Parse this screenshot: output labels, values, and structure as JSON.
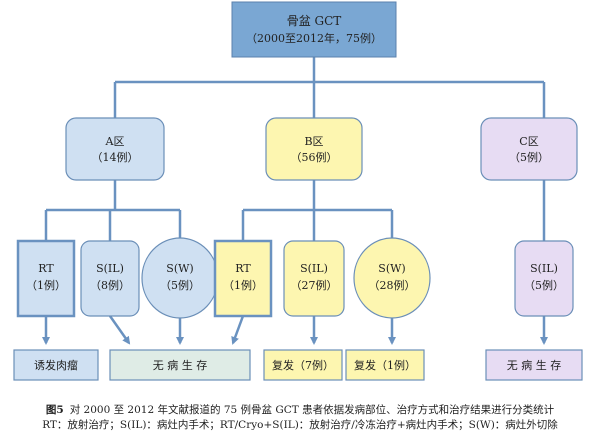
{
  "colors": {
    "root": "#7aa7d3",
    "zone_a": "#cfe0f2",
    "zone_b": "#fdf6b0",
    "zone_c": "#e7dcf3",
    "outcome_green": "#dfece6",
    "border": "#6b8fb8",
    "connector": "#6a92c0"
  },
  "root": {
    "line1": "骨盆 GCT",
    "line2": "（2000至2012年，75例）"
  },
  "zones": {
    "a": {
      "line1": "A区",
      "line2": "（14例）"
    },
    "b": {
      "line1": "B区",
      "line2": "（56例）"
    },
    "c": {
      "line1": "C区",
      "line2": "（5例）"
    }
  },
  "treatments": {
    "a_rt": {
      "line1": "RT",
      "line2": "（1例）",
      "shape": "rect"
    },
    "a_sil": {
      "line1": "S(IL)",
      "line2": "（8例）",
      "shape": "rounded"
    },
    "a_sw": {
      "line1": "S(W)",
      "line2": "（5例）",
      "shape": "circle"
    },
    "b_rt": {
      "line1": "RT",
      "line2": "（1例）",
      "shape": "rect"
    },
    "b_sil": {
      "line1": "S(IL)",
      "line2": "（27例）",
      "shape": "rounded"
    },
    "b_sw": {
      "line1": "S(W)",
      "line2": "（28例）",
      "shape": "circle"
    },
    "c_sil": {
      "line1": "S(IL)",
      "line2": "（5例）",
      "shape": "rounded"
    }
  },
  "outcomes": {
    "induced_sarcoma": "诱发肉瘤",
    "disease_free": "无 病 生 存",
    "recur_7": "复发（7例）",
    "recur_1": "复发（1例）",
    "c_disease_free": "无 病 生 存"
  },
  "caption": {
    "figure_label": "图5",
    "line1": "对 2000 至 2012 年文献报道的 75 例骨盆 GCT 患者依据发病部位、治疗方式和治疗结果进行分类统计",
    "line2": "RT：放射治疗；S(IL)：病灶内手术；RT/Cryo+S(IL)：放射治疗/冷冻治疗+病灶内手术；S(W)：病灶外切除"
  }
}
